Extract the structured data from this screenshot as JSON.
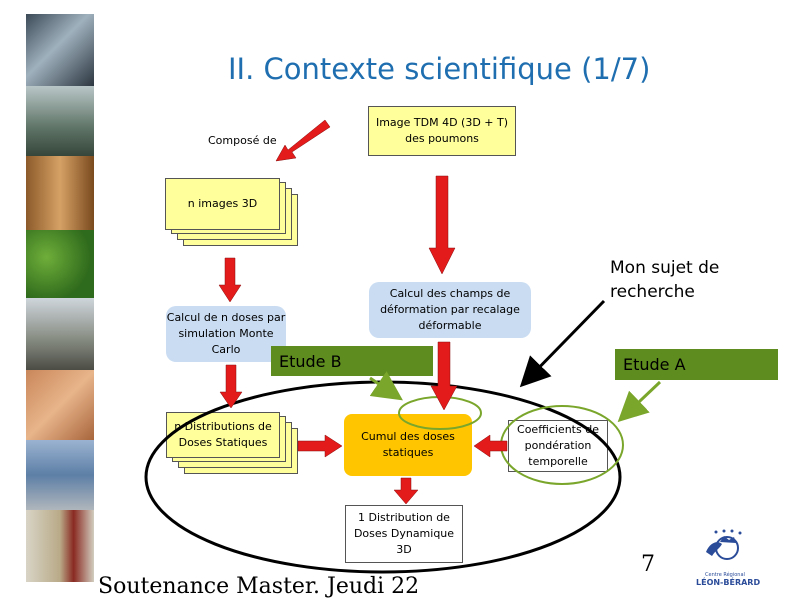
{
  "title": "II. Contexte scientifique (1/7)",
  "compose_label": "Composé de",
  "boxes": {
    "image_tdm": "Image TDM 4D (3D + T) des poumons",
    "n_images": "n images 3D",
    "calcul_champs": "Calcul des champs de déformation par recalage déformable",
    "calcul_doses": "Calcul de n doses par simulation Monte Carlo",
    "distributions": "n Distributions de Doses Statiques",
    "cumul": "Cumul des doses statiques",
    "coefficients": "Coefficients de pondération temporelle",
    "distribution_dynamique": "1 Distribution de Doses Dynamique 3D"
  },
  "mon_sujet": "Mon sujet de recherche",
  "etude_a": "Etude A",
  "etude_b": "Etude B",
  "page_number": "7",
  "footer": "Soutenance Master. Jeudi 22",
  "logo": {
    "line1": "Centre Régional",
    "line2": "LÉON-BÉRARD"
  },
  "colors": {
    "title": "#1f6fb0",
    "arrow_red": "#e31b1b",
    "etude_green": "#5e8c1e",
    "ellipse_green": "#7aa62c"
  }
}
